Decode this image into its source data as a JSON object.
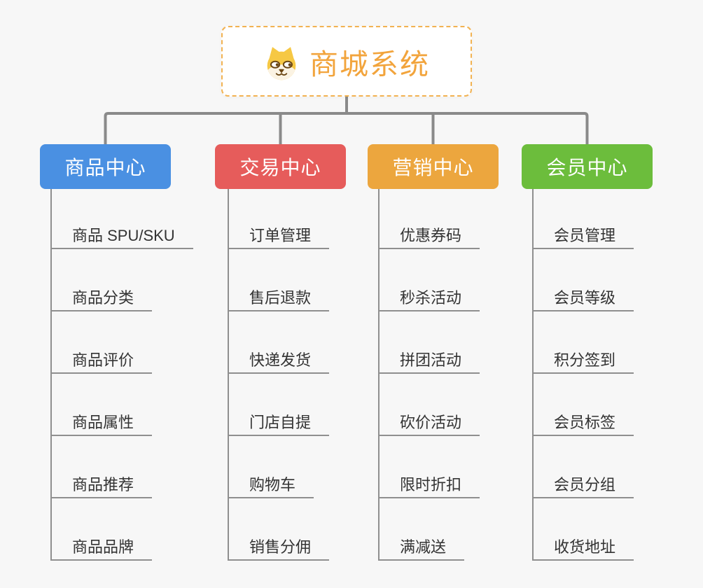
{
  "root": {
    "title": "商城系统",
    "icon": "shiba-dog-icon"
  },
  "colors": {
    "background": "#f7f7f7",
    "root_text": "#f2a43c",
    "root_border": "#f2b251",
    "connector": "#8a8a8a",
    "item_line": "#8f8f8f",
    "item_text": "#333333",
    "branch_text": "#ffffff"
  },
  "branches": [
    {
      "label": "商品中心",
      "color": "#4a90e2",
      "items": [
        "商品 SPU/SKU",
        "商品分类",
        "商品评价",
        "商品属性",
        "商品推荐",
        "商品品牌"
      ]
    },
    {
      "label": "交易中心",
      "color": "#e65c5b",
      "items": [
        "订单管理",
        "售后退款",
        "快递发货",
        "门店自提",
        "购物车",
        "销售分佣"
      ]
    },
    {
      "label": "营销中心",
      "color": "#eca63e",
      "items": [
        "优惠券码",
        "秒杀活动",
        "拼团活动",
        "砍价活动",
        "限时折扣",
        "满减送"
      ]
    },
    {
      "label": "会员中心",
      "color": "#6cbd3c",
      "items": [
        "会员管理",
        "会员等级",
        "积分签到",
        "会员标签",
        "会员分组",
        "收货地址"
      ]
    }
  ]
}
